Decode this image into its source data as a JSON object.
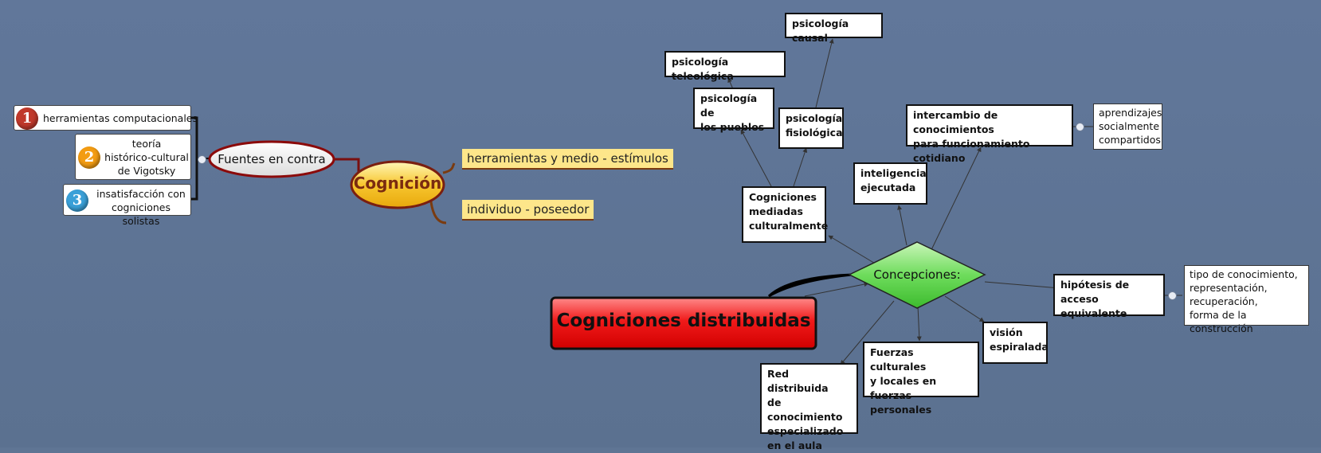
{
  "central": {
    "label": "Cognición"
  },
  "main": {
    "label": "Cogniciones distribuidas"
  },
  "concepciones": {
    "label": "Concepciones:"
  },
  "fuentes": {
    "label": "Fuentes en contra",
    "items": [
      {
        "number": "1",
        "label": "herramientas computacionales",
        "color": "#c0392b"
      },
      {
        "number": "2",
        "label": "teoría\nhistórico-cultural\nde Vigotsky",
        "color": "#f39c12"
      },
      {
        "number": "3",
        "label": "insatisfacción con\ncogniciones solistas",
        "color": "#3aa0d8"
      }
    ]
  },
  "branches": {
    "herramientas": "herramientas y medio - estímulos",
    "individuo": "individuo - poseedor"
  },
  "nodes": {
    "causal": "psicología causal",
    "teleologica": "psicología teleológica",
    "pueblos": "psicología de\nlos pueblos",
    "fisiologica": "psicología\nfisiológica",
    "intercambio": "intercambio de conocimientos\npara funcionamiento cotidiano",
    "aprendizajes": "aprendizajes\nsocialmente\ncompartidos",
    "inteligencia": "inteligencia\nejecutada",
    "mediadas": "Cogniciones\nmediadas\nculturalmente",
    "hipotesis": "hipótesis de acceso\nequivalente",
    "tipo": "tipo de conocimiento,\nrepresentación,\nrecuperación,\nforma de la construcción",
    "vision": "visión\nespiralada",
    "fuerzas": "Fuerzas culturales\n y locales en fuerzas\npersonales",
    "red": "Red distribuida\nde conocimiento\nespecializado\nen el aula"
  },
  "colors": {
    "background": "#5f7594",
    "central_fill": "#f7c62f",
    "main_fill": "#e60000",
    "concepciones_fill": "#5fd45a",
    "branch_fill": "#fde68a"
  }
}
